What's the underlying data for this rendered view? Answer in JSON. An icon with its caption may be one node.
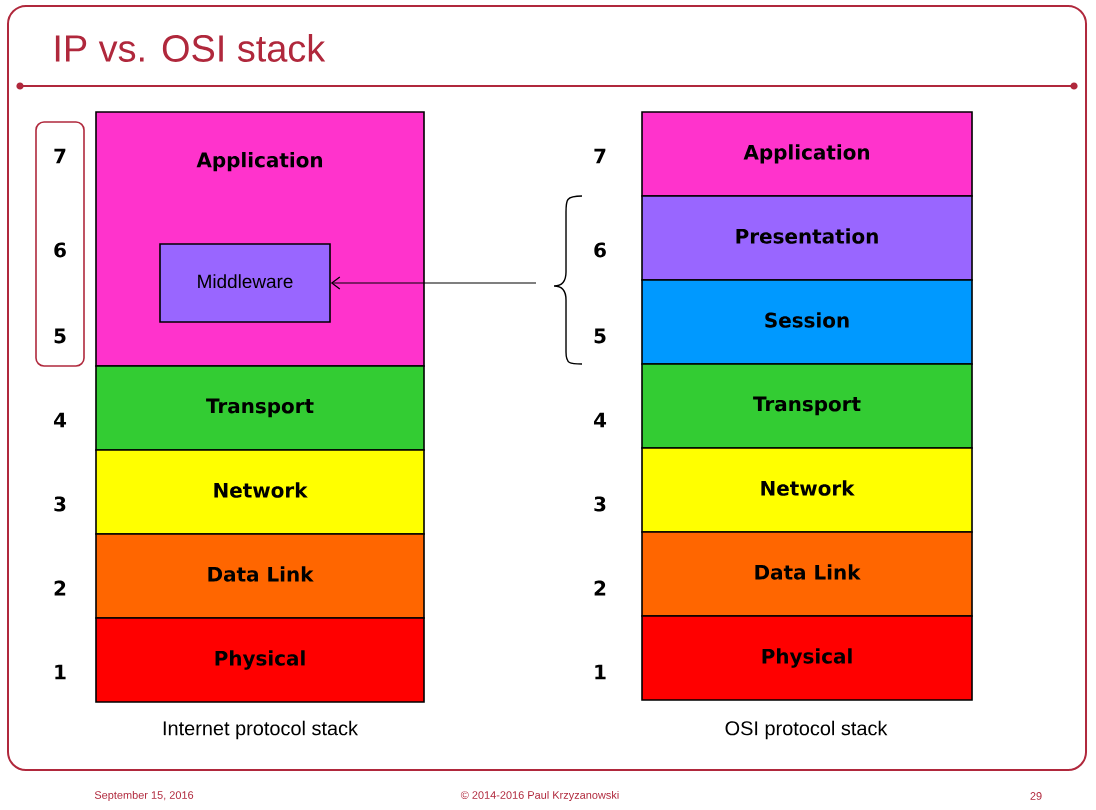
{
  "diagram": {
    "title": "IP vs. OSI stack",
    "nodes": [
      {
        "text": [
          "Application"
        ]
      },
      {
        "text": [
          "Middleware"
        ],
        "in": 0
      },
      {
        "text": [
          "Transport"
        ]
      },
      {
        "text": [
          "Network"
        ]
      },
      {
        "text": [
          "Data Link"
        ]
      },
      {
        "text": [
          "Physical"
        ]
      },
      {
        "text": [
          "Application"
        ]
      },
      {
        "text": [
          "Presentation"
        ]
      },
      {
        "text": [
          "Session"
        ]
      },
      {
        "text": [
          "Transport"
        ]
      },
      {
        "text": [
          "Network"
        ]
      },
      {
        "text": [
          "Data Link"
        ]
      },
      {
        "text": [
          "Physical"
        ]
      }
    ],
    "edges": [
      {
        "from": null,
        "to": 1,
        "arrow": "to"
      }
    ],
    "labels": [
      "7",
      "7",
      "6",
      "6",
      "5",
      "5",
      "4",
      "4",
      "3",
      "3",
      "2",
      "2",
      "1",
      "1",
      "Internet protocol stack",
      "OSI protocol stack",
      "September 15, 2016",
      "© 2014-2016 Paul Krzyzanowski",
      "29"
    ]
  }
}
